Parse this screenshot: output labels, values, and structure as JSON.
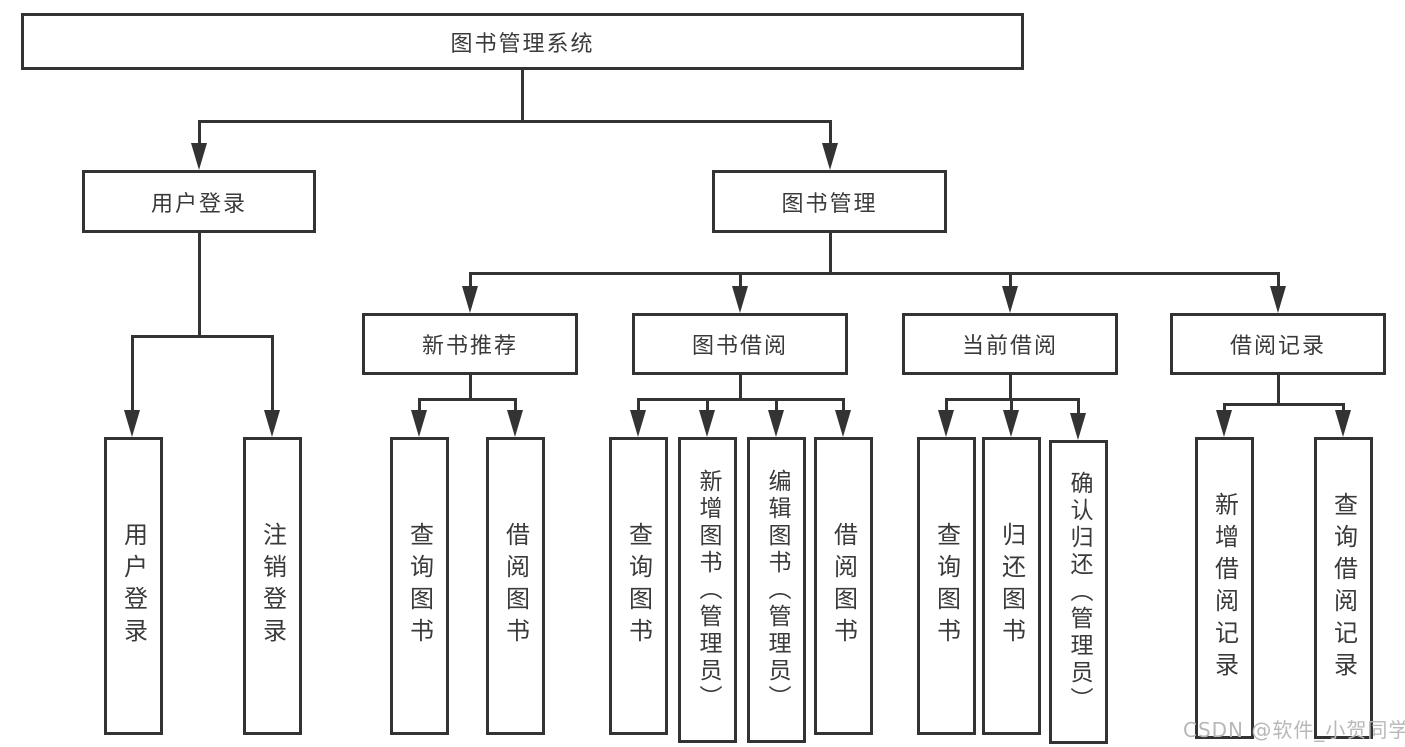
{
  "diagram": {
    "root": {
      "label": "图书管理系统"
    },
    "level2": [
      {
        "label": "用户登录"
      },
      {
        "label": "图书管理"
      }
    ],
    "level3": [
      {
        "label": "新书推荐"
      },
      {
        "label": "图书借阅"
      },
      {
        "label": "当前借阅"
      },
      {
        "label": "借阅记录"
      }
    ],
    "leaves": {
      "user_login": [
        "用户登录",
        "注销登录"
      ],
      "new_book": [
        "查询图书",
        "借阅图书"
      ],
      "borrow": [
        "查询图书",
        "新增图书（管理员）",
        "编辑图书（管理员）",
        "借阅图书"
      ],
      "current": [
        "查询图书",
        "归还图书",
        "确认归还（管理员）"
      ],
      "records": [
        "新增借阅记录",
        "查询借阅记录"
      ]
    }
  },
  "watermark": {
    "text": "CSDN @软件_小贺同学"
  },
  "colors": {
    "line": "#333333",
    "text": "#3a3a3a",
    "background": "#ffffff",
    "watermark": "#b8b8b8"
  }
}
